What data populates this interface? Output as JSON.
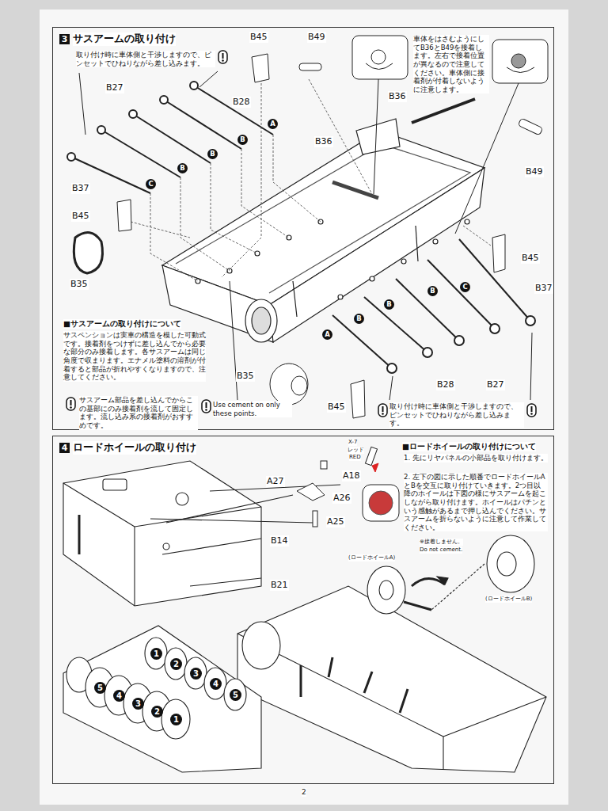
{
  "diagram": {
    "nodes": [
      {
        "text": [
          "3",
          "サスアームの取り付け"
        ]
      },
      {
        "text": [
          "4",
          "ロードホイールの取り付け"
        ]
      }
    ],
    "labels": [
      "取り付け時に車体側と干渉しますので、ピンセットでひねりながら差し込みます。",
      "B45",
      "B49",
      "車体をはさむようにしてB36とB49を接着します。左右で接着位置が異なるので注意してください。車体側に接着剤が付着しないように注意します。",
      "B27",
      "B28",
      "A",
      "B",
      "B",
      "B",
      "C",
      "B36",
      "B36",
      "B49",
      "B37",
      "B45",
      "B35",
      "B45",
      "C",
      "B37",
      "B",
      "B",
      "B",
      "A",
      "■サスアームの取り付けについて",
      "サスペンションは実車の構造を模した可動式です。接着剤をつけずに差し込んでから必要な部分のみ接着します。各サスアームは同じ角度で収まります。エナメル塗料の溶剤が付着すると部品が折れやすくなりますので、注意してください。",
      "B35",
      "B28",
      "B27",
      "B45",
      "サスアーム部品を差し込んでからこの基部にのみ接着剤を流して固定します。流し込み系の接着剤がおすすめです。",
      "Use cement on only these points.",
      "取り付け時に車体側と干渉しますので、ピンセットでひねりながら差し込みます。",
      "X-7",
      "レッド",
      "RED",
      "A18",
      "A27",
      "A26",
      "A25",
      "B14",
      "B21",
      "■ロードホイールの取り付けについて",
      "1. 先にリヤパネルの小部品を取り付けます。",
      "2. 左下の図に示した順番でロードホイールAとBを交互に取り付けていきます。2つ目以降のホイールは下図の様にサスアームを起こしながら取り付けます。ホイールはパチンという感触があるまで押し込んでください。サスアームを折らないように注意して作業してください。",
      "(ロードホイールA)",
      "※接着しません。",
      "Do not cement.",
      "(ロードホイールB)",
      "1",
      "2",
      "3",
      "4",
      "5",
      "5",
      "4",
      "3",
      "2",
      "1",
      "2"
    ]
  }
}
